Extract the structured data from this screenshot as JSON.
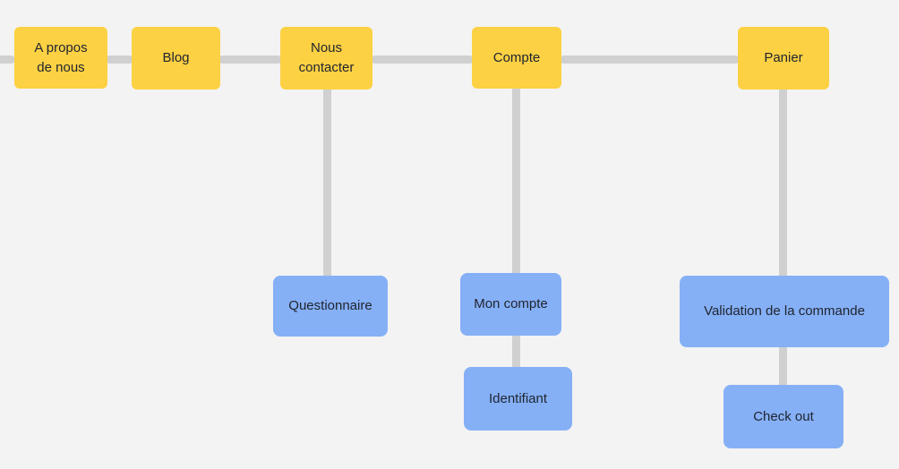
{
  "canvas": {
    "background": "#f3f3f3"
  },
  "diagram": {
    "type": "sitemap",
    "colors": {
      "primary_node_fill": "#fcd143",
      "secondary_node_fill": "#85b0f6",
      "connector": "#d0d0d0",
      "node_text": "#212530"
    },
    "nodes": [
      {
        "id": "a-propos-de-nous",
        "label": "A propos de nous",
        "level": "primary"
      },
      {
        "id": "blog",
        "label": "Blog",
        "level": "primary"
      },
      {
        "id": "nous-contacter",
        "label": "Nous contacter",
        "level": "primary"
      },
      {
        "id": "compte",
        "label": "Compte",
        "level": "primary"
      },
      {
        "id": "panier",
        "label": "Panier",
        "level": "primary"
      },
      {
        "id": "questionnaire",
        "label": "Questionnaire",
        "level": "secondary"
      },
      {
        "id": "mon-compte",
        "label": "Mon compte",
        "level": "secondary"
      },
      {
        "id": "identifiant",
        "label": "Identifiant",
        "level": "secondary"
      },
      {
        "id": "validation-de-la-commande",
        "label": "Validation de la commande",
        "level": "secondary"
      },
      {
        "id": "check-out",
        "label": "Check out",
        "level": "secondary"
      }
    ],
    "edges": [
      {
        "from": "offscreen-left",
        "to": "a-propos-de-nous"
      },
      {
        "from": "a-propos-de-nous",
        "to": "blog"
      },
      {
        "from": "blog",
        "to": "nous-contacter"
      },
      {
        "from": "nous-contacter",
        "to": "compte"
      },
      {
        "from": "compte",
        "to": "panier"
      },
      {
        "from": "nous-contacter",
        "to": "questionnaire"
      },
      {
        "from": "compte",
        "to": "mon-compte"
      },
      {
        "from": "mon-compte",
        "to": "identifiant"
      },
      {
        "from": "panier",
        "to": "validation-de-la-commande"
      },
      {
        "from": "validation-de-la-commande",
        "to": "check-out"
      }
    ]
  }
}
